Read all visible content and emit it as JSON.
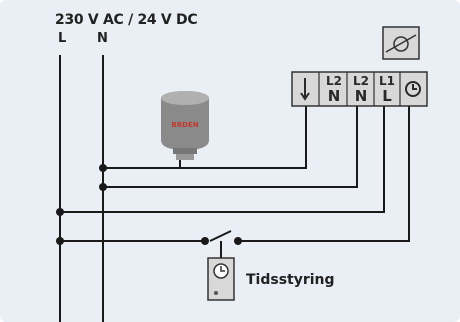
{
  "supply": {
    "voltage": "230 V AC / 24 V DC",
    "live_label": "L",
    "neutral_label": "N"
  },
  "terminal_block": {
    "terminals": [
      {
        "top": "",
        "bottom": "⇂",
        "icon": "ground-arrow-icon"
      },
      {
        "top": "L2",
        "bottom": "N"
      },
      {
        "top": "L2",
        "bottom": "N"
      },
      {
        "top": "L1",
        "bottom": "L"
      },
      {
        "top": "",
        "bottom": "",
        "icon": "clock-icon"
      }
    ]
  },
  "actuator": {
    "brand": "BRDEN",
    "icon": "thermal-actuator-icon"
  },
  "room_sensor": {
    "icon": "room-thermostat-icon"
  },
  "timer": {
    "label": "Tidsstyring",
    "icon": "timer-clock-icon"
  },
  "colors": {
    "background": "#e9eff5",
    "wire": "#1a1a1a",
    "box_fill": "#dcdcdc",
    "actuator_body": "#8a8a8a",
    "actuator_brand": "#c0392b"
  }
}
